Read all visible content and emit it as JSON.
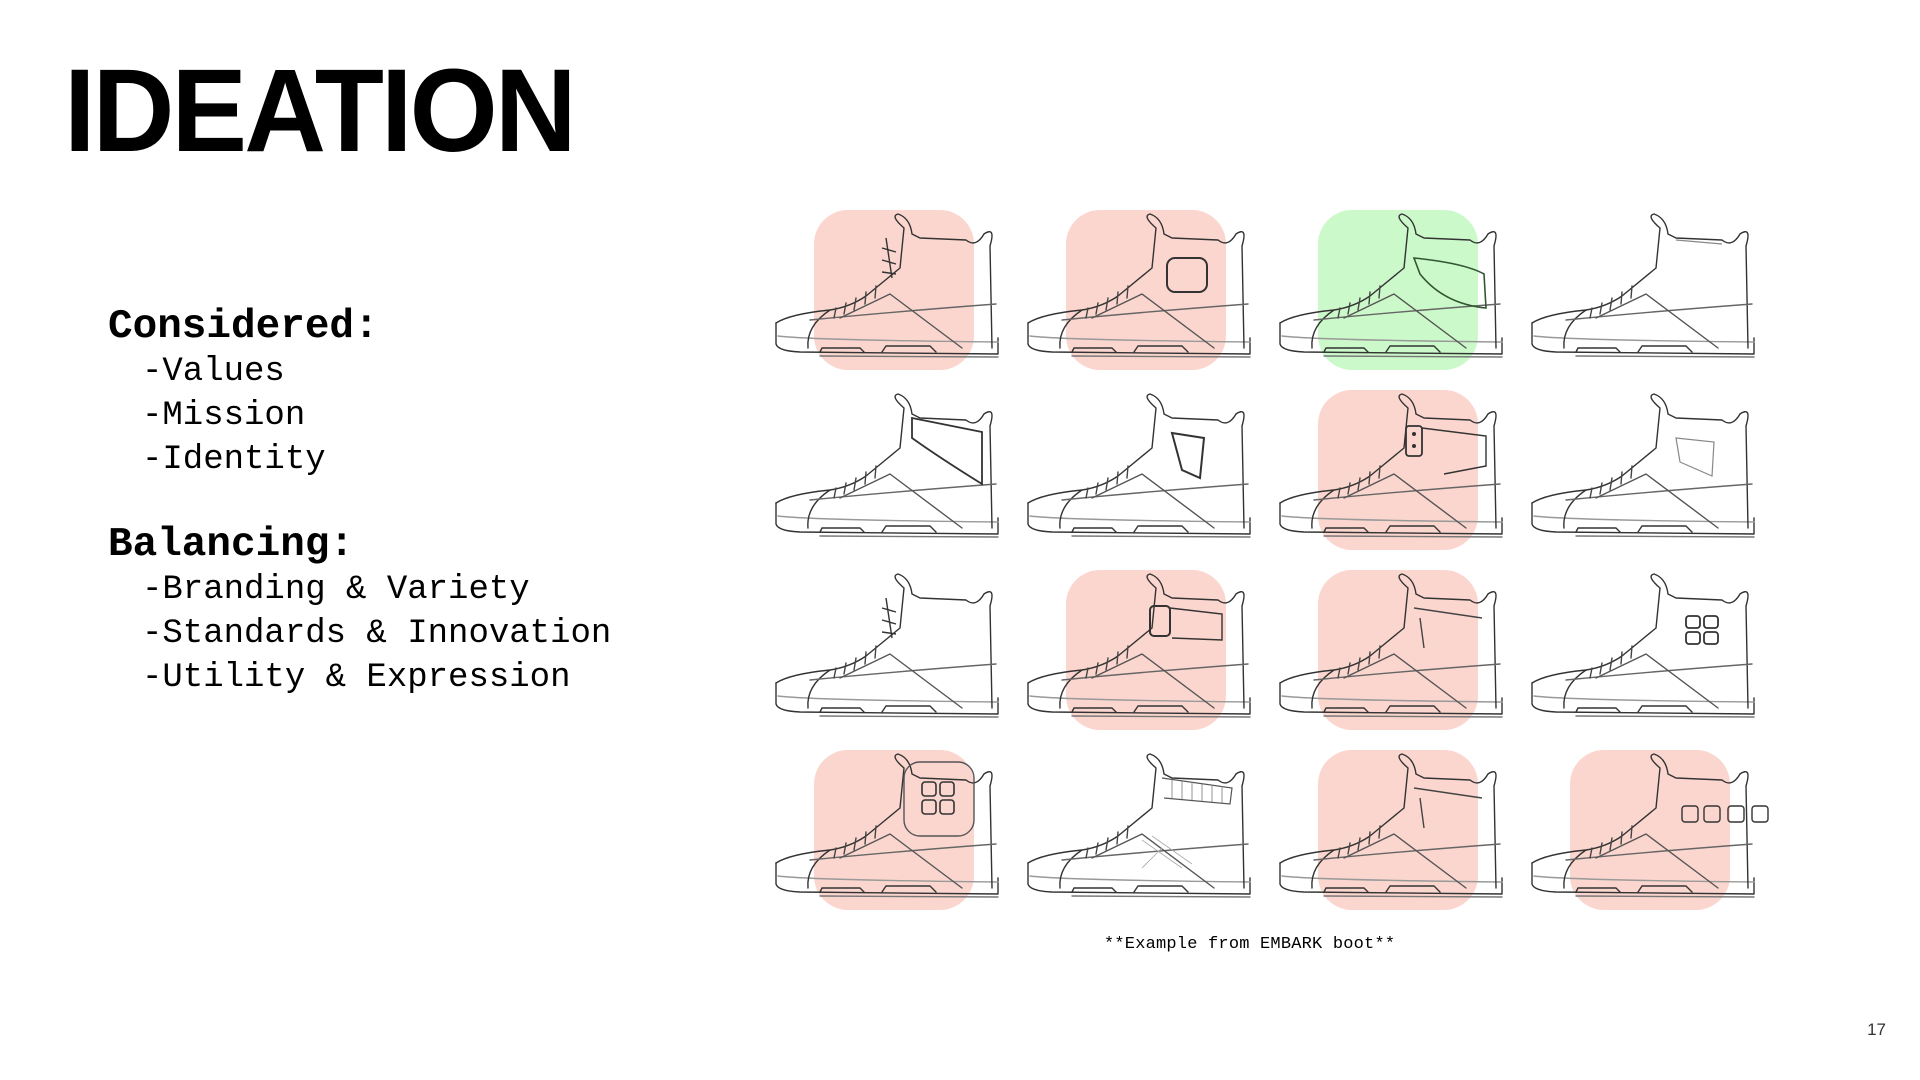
{
  "slide": {
    "title": "IDEATION",
    "page_number": "17",
    "caption": "**Example from EMBARK boot**"
  },
  "considered": {
    "heading": "Considered:",
    "items": [
      "-Values",
      "-Mission",
      "-Identity"
    ]
  },
  "balancing": {
    "heading": "Balancing:",
    "items": [
      "-Branding & Variety",
      "-Standards & Innovation",
      "-Utility & Expression"
    ]
  },
  "sketch_grid": {
    "rows": 4,
    "cols": 4,
    "colors": {
      "rejected": "#fbd2c9",
      "selected": "#c6f8c4"
    },
    "cells": [
      {
        "row": 1,
        "col": 1,
        "highlight": "red",
        "variant": "tall-laces"
      },
      {
        "row": 1,
        "col": 2,
        "highlight": "red",
        "variant": "window-panel"
      },
      {
        "row": 1,
        "col": 3,
        "highlight": "green",
        "variant": "swoosh-panel"
      },
      {
        "row": 1,
        "col": 4,
        "highlight": "none",
        "variant": "clean-collar"
      },
      {
        "row": 2,
        "col": 1,
        "highlight": "none",
        "variant": "angled-collar"
      },
      {
        "row": 2,
        "col": 2,
        "highlight": "none",
        "variant": "diamond-window"
      },
      {
        "row": 2,
        "col": 3,
        "highlight": "red",
        "variant": "strap-buckle"
      },
      {
        "row": 2,
        "col": 4,
        "highlight": "none",
        "variant": "faint-window"
      },
      {
        "row": 3,
        "col": 1,
        "highlight": "none",
        "variant": "tall-laces"
      },
      {
        "row": 3,
        "col": 2,
        "highlight": "red",
        "variant": "buckle-strap"
      },
      {
        "row": 3,
        "col": 3,
        "highlight": "red",
        "variant": "collar-panel"
      },
      {
        "row": 3,
        "col": 4,
        "highlight": "none",
        "variant": "four-squares"
      },
      {
        "row": 4,
        "col": 1,
        "highlight": "red",
        "variant": "logo-badge"
      },
      {
        "row": 4,
        "col": 2,
        "highlight": "none",
        "variant": "sock-collar"
      },
      {
        "row": 4,
        "col": 3,
        "highlight": "red",
        "variant": "collar-panel"
      },
      {
        "row": 4,
        "col": 4,
        "highlight": "red",
        "variant": "extending-squares"
      }
    ]
  }
}
